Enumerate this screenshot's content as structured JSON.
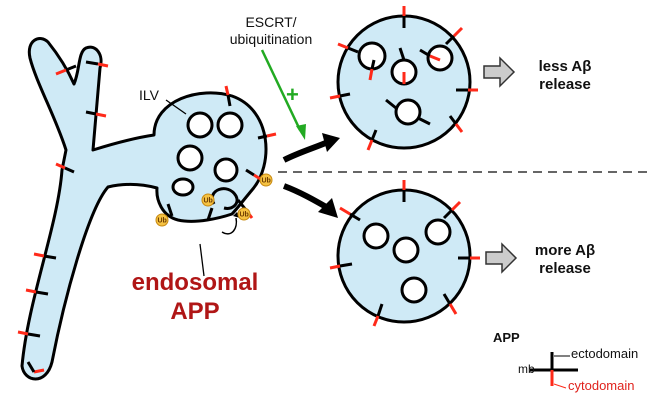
{
  "labels": {
    "escrt": "ESCRT/",
    "ubiquitination": "ubiquitination",
    "plus": "+",
    "ilv": "ILV",
    "endosomal": "endosomal",
    "app": "APP",
    "less_1": "less Aβ",
    "less_2": "release",
    "more_1": "more Aβ",
    "more_2": "release",
    "ub": "Ub"
  },
  "legend": {
    "title": "APP",
    "mb": "mb",
    "ectodomain": "ectodomain",
    "cytodomain": "cytodomain"
  },
  "colors": {
    "membrane_fill": "#cfeaf6",
    "outline": "#000000",
    "cytodomain": "#ff2a1a",
    "label_red": "#b01616",
    "plus_green": "#22aa22",
    "ub_fill": "#f5c242"
  }
}
